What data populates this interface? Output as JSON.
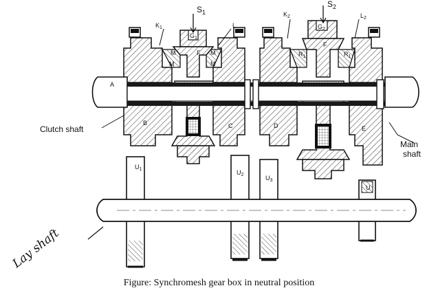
{
  "diagram": {
    "caption": "Figure: Synchromesh gear box in neutral position",
    "labels": {
      "S1": "S",
      "S1_sub": "1",
      "S2": "S",
      "S2_sub": "2",
      "K1": "K",
      "K1_sub": "1",
      "K2": "K",
      "K2_sub": "2",
      "L1": "L",
      "L2": "L",
      "L2_sub": "2",
      "G1": "G",
      "G1_sub": "1",
      "G2": "G",
      "G2_sub": "2",
      "M1": "M",
      "M2": "M",
      "M3": "M",
      "M4": "M",
      "F1": "F",
      "F2": "F",
      "R1": "R",
      "R1_sub": "1",
      "R2": "R",
      "R2_sub": "1",
      "A": "A",
      "B": "B",
      "C": "C",
      "D": "D",
      "E": "E",
      "U1": "U",
      "U1_sub": "1",
      "U2": "U",
      "U2_sub": "2",
      "U3": "U",
      "U3_sub": "3",
      "U4": "U",
      "clutch_shaft": "Clutch shaft",
      "main_shaft_1": "Main",
      "main_shaft_2": "shaft",
      "lay_shaft": "Lay shaft"
    },
    "colors": {
      "ink": "#111111",
      "hatch": "#333333",
      "shaft_dark": "#1a1a1a",
      "paper": "#ffffff"
    }
  }
}
